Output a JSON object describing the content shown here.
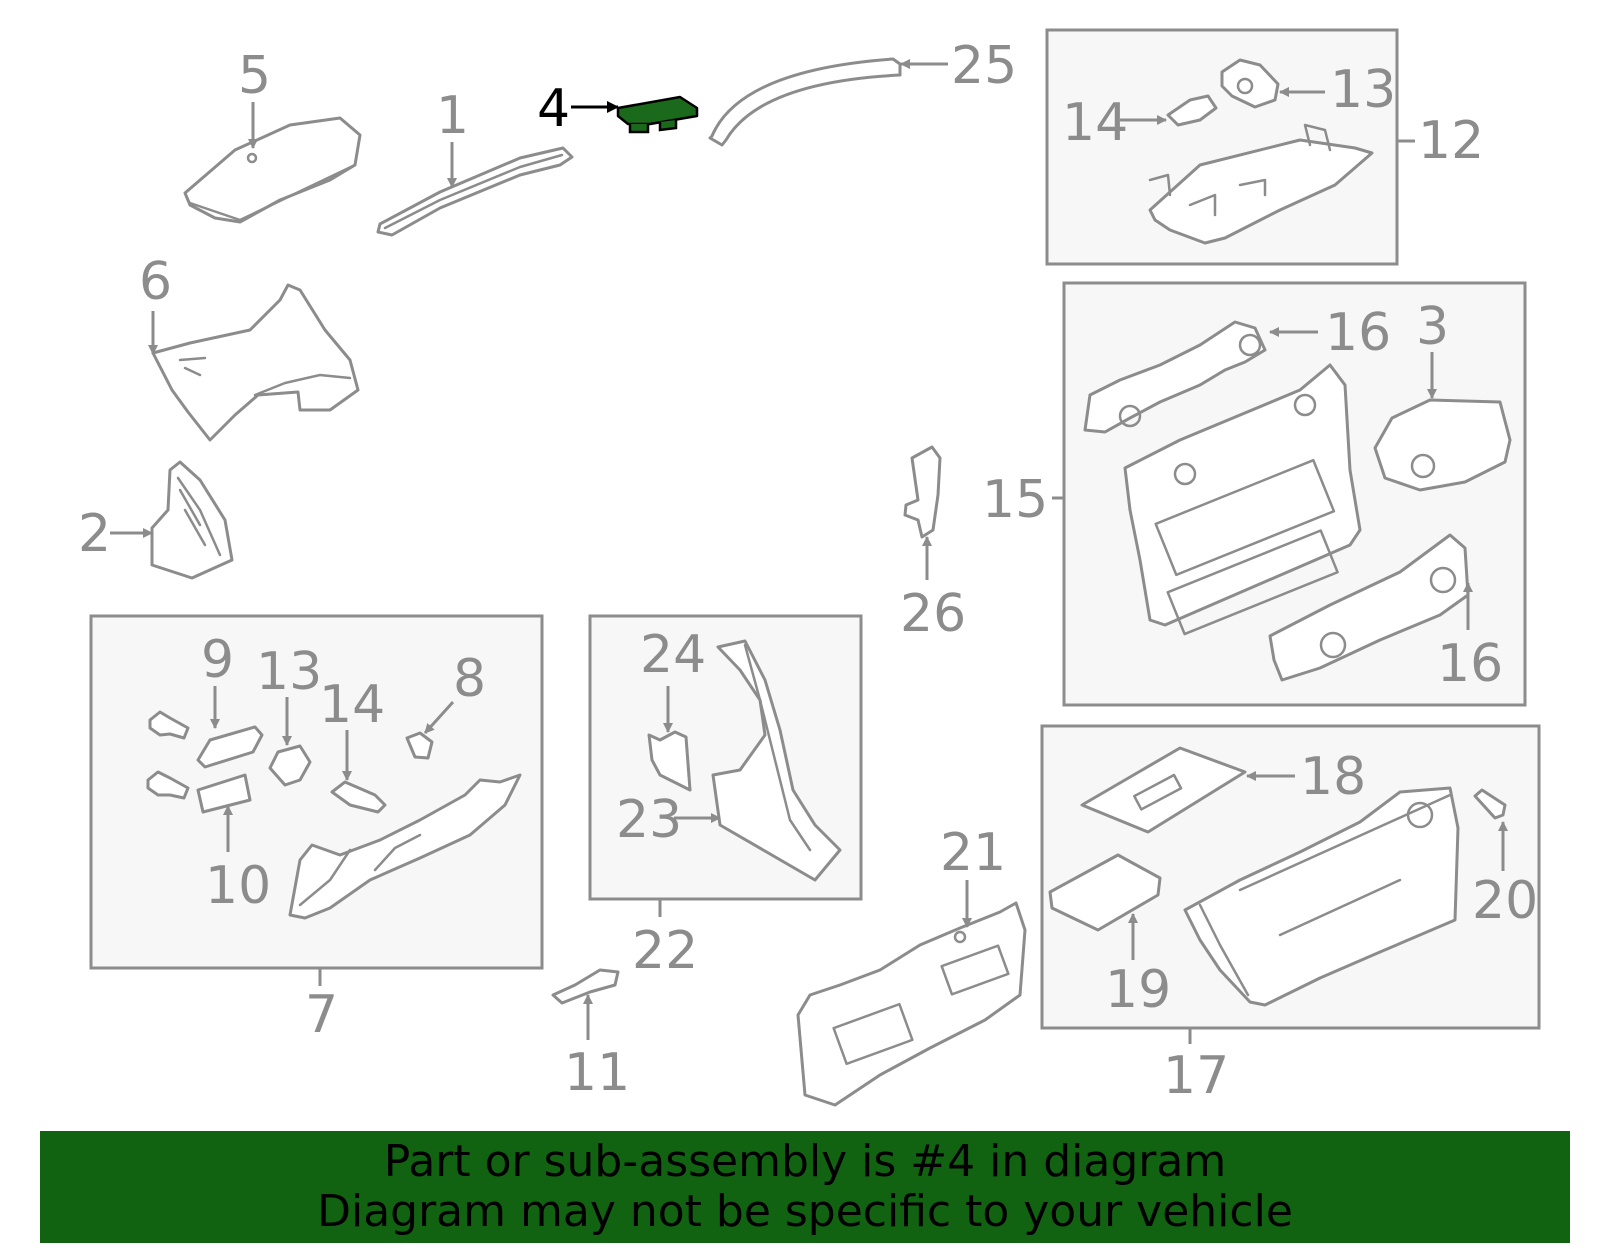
{
  "diagram": {
    "highlight_part": "4",
    "colors": {
      "line": "#8c8c8c",
      "highlight_fill": "#1b6a1b",
      "banner_bg": "#116311",
      "box_bg": "#f7f7f7"
    },
    "labels": {
      "p1": "1",
      "p2": "2",
      "p3": "3",
      "p4": "4",
      "p5": "5",
      "p6": "6",
      "p7": "7",
      "p8": "8",
      "p9": "9",
      "p10": "10",
      "p11": "11",
      "p12": "12",
      "p13a": "13",
      "p13b": "13",
      "p14a": "14",
      "p14b": "14",
      "p15": "15",
      "p16a": "16",
      "p16b": "16",
      "p17": "17",
      "p18": "18",
      "p19": "19",
      "p20": "20",
      "p21": "21",
      "p22": "22",
      "p23": "23",
      "p24": "24",
      "p25": "25",
      "p26": "26"
    }
  },
  "banner": {
    "line1": "Part or sub-assembly is #4 in diagram",
    "line2": "Diagram may not be specific to your vehicle"
  }
}
